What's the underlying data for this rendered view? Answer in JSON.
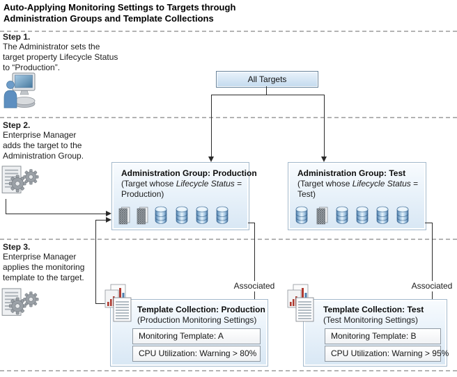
{
  "title": {
    "line1": "Auto-Applying Monitoring Settings to Targets through",
    "line2": "Administration Groups and Template Collections"
  },
  "steps": [
    {
      "label": "Step 1.",
      "lines": [
        "The Administrator sets the",
        "target property Lifecycle Status",
        "to “Production”."
      ]
    },
    {
      "label": "Step 2.",
      "lines": [
        "Enterprise Manager",
        "adds the target to the",
        "Administration Group."
      ]
    },
    {
      "label": "Step 3.",
      "lines": [
        "Enterprise Manager",
        "applies the monitoring",
        "template to the target."
      ]
    }
  ],
  "all_targets": {
    "label": "All Targets"
  },
  "admin_groups": [
    {
      "title": "Administration Group: Production",
      "subtitle_pre": "(Target whose ",
      "subtitle_italic": "Lifecycle Status",
      "subtitle_post": " =",
      "subtitle_line2": "Production)"
    },
    {
      "title": "Administration Group: Test",
      "subtitle_pre": "(Target whose ",
      "subtitle_italic": "Lifecycle Status",
      "subtitle_post": " =",
      "subtitle_line2": "Test)"
    }
  ],
  "template_collections": [
    {
      "title": "Template Collection: Production",
      "subtitle": "(Production Monitoring Settings)",
      "rows": [
        "Monitoring Template: A",
        "CPU Utilization: Warning > 80%"
      ],
      "association_label": "Associated"
    },
    {
      "title": "Template Collection: Test",
      "subtitle": "(Test Monitoring Settings)",
      "rows": [
        "Monitoring Template: B",
        "CPU Utilization: Warning > 95%"
      ],
      "association_label": "Associated"
    }
  ],
  "icons": {
    "step1": "admin-user-workstation-icon",
    "step2": "gears-document-icon",
    "step3": "gears-document-icon",
    "template_collection": "monitoring-charts-documents-icon",
    "database": "database-cylinder-icon",
    "target": "mesh-target-icon"
  },
  "colors": {
    "box_fill": "#e9f2fa",
    "all_targets_fill": "#c3daee",
    "box_border": "#a3b9cc",
    "strong_border": "#67839b",
    "line": "#2a2a2a",
    "dashed_separator": "#b3b3b3",
    "db_blue": "#4a79a6"
  }
}
